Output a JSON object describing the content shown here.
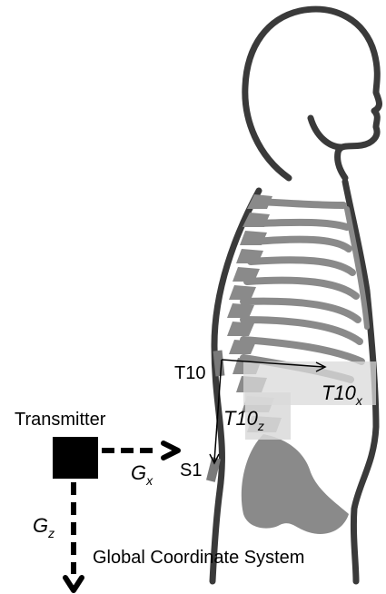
{
  "labels": {
    "transmitter": "Transmitter",
    "global_system": "Global Coordinate System",
    "t10": "T10",
    "s1": "S1",
    "gx_main": "G",
    "gx_sub": "x",
    "gz_main": "G",
    "gz_sub": "z",
    "t10x_main": "T10",
    "t10x_sub": "x",
    "t10z_main": "T10",
    "t10z_sub": "z"
  },
  "colors": {
    "outline": "#3a3a3a",
    "bone": "#8a8a8a",
    "sensor_band": "#d9d9d9",
    "transmitter": "#000000"
  }
}
